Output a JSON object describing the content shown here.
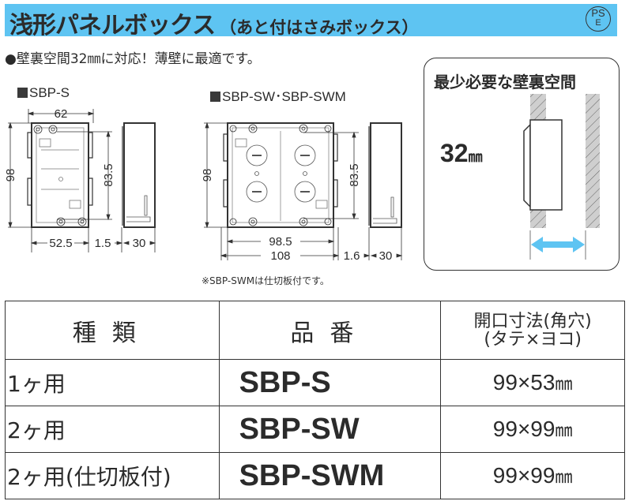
{
  "header": {
    "title": "浅形パネルボックス",
    "subtitle": "（あと付はさみボックス）",
    "badge": {
      "top": "PS",
      "bottom": "E"
    },
    "banner_color": "#5ec4f2"
  },
  "lead_text": "●壁裏空間32㎜に対応！薄壁に最適です。",
  "drawings": [
    {
      "label": "SBP-S",
      "dimensions": {
        "width": "62",
        "height": "98",
        "inner_height": "83.5",
        "inner_width": "52.5",
        "flange": "1.5",
        "depth": "30"
      }
    },
    {
      "label": "SBP-SW･SBP-SWM",
      "dimensions": {
        "height": "98",
        "inner_height": "83.5",
        "inner_width": "98.5",
        "width": "108",
        "flange": "1.6",
        "depth": "30"
      },
      "note": "※SBP-SWMは仕切板付です。"
    }
  ],
  "panel": {
    "title": "最少必要な壁裏空間",
    "value": "32",
    "unit": "㎜",
    "arrow_color": "#5ec4f2"
  },
  "table": {
    "headers": [
      "種類",
      "品番",
      "開口寸法(角穴)",
      "(タテ×ヨコ)"
    ],
    "rows": [
      {
        "kind": "1ヶ用",
        "code": "SBP-S",
        "dim": "99×53",
        "unit": "㎜"
      },
      {
        "kind": "2ヶ用",
        "code": "SBP-SW",
        "dim": "99×99",
        "unit": "㎜"
      },
      {
        "kind": "2ヶ用(仕切板付)",
        "code": "SBP-SWM",
        "dim": "99×99",
        "unit": "㎜"
      }
    ]
  }
}
